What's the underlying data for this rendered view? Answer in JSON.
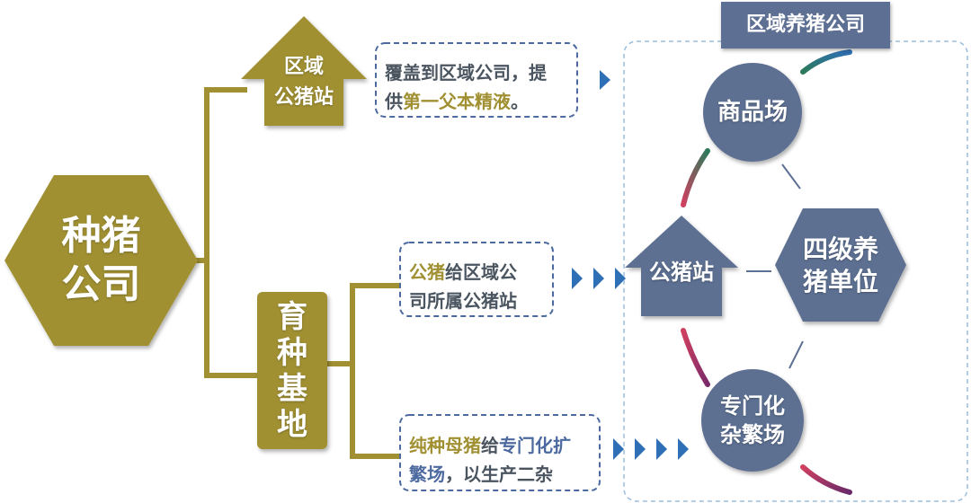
{
  "colors": {
    "olive": "#a09032",
    "blue_node": "#5d6f92",
    "note_border": "#4d6aa0",
    "arrow": "#2f6fb5",
    "highlight_blue": "#4d6aa0",
    "highlight_olive": "#a09032"
  },
  "company": {
    "line1": "种猪",
    "line2": "公司"
  },
  "regional_boar_station": {
    "line1": "区域",
    "line2": "公猪站"
  },
  "breeding_base": {
    "text": "育种基地"
  },
  "notes": {
    "top": {
      "line1": "覆盖到区域公司，提",
      "line2_prefix": "供",
      "line2_highlight": "第一父本精液",
      "line2_suffix": "。"
    },
    "middle": {
      "line1_highlight": "公猪",
      "line1_rest": "给区域公",
      "line2": "司所属公猪站"
    },
    "bottom": {
      "line1_highlight1": "纯种母猪",
      "line1_mid": "给",
      "line1_highlight2": "专门化扩",
      "line2_highlight": "繁场",
      "line2_rest": "，以生产二杂"
    }
  },
  "region": {
    "title": "区域养猪公司",
    "commercial_farm": "商品场",
    "boar_station": "公猪站",
    "level4_unit": {
      "line1": "四级养",
      "line2": "猪单位"
    },
    "multiplier_farm": {
      "line1": "专门化",
      "line2": "杂繁场"
    }
  }
}
